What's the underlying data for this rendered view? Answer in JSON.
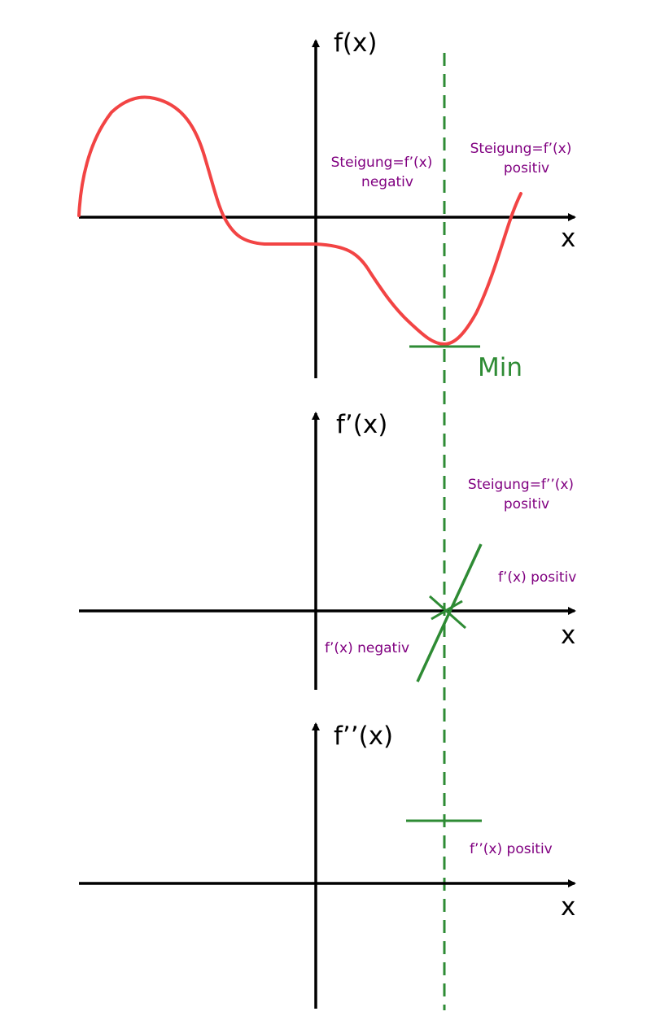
{
  "colors": {
    "axis": "#000000",
    "curve": "#f24444",
    "marker": "#2e8b34",
    "note": "#800080"
  },
  "panel_top": {
    "y_label": "f(x)",
    "x_label": "x",
    "note_left_line1": "Steigung=f’(x)",
    "note_left_line2": "negativ",
    "note_right_line1": "Steigung=f’(x)",
    "note_right_line2": "positiv",
    "min_label": "Min"
  },
  "panel_middle": {
    "y_label": "f’(x)",
    "x_label": "x",
    "note_top_line1": "Steigung=f’’(x)",
    "note_top_line2": "positiv",
    "note_right": "f’(x) positiv",
    "note_left": "f’(x) negativ"
  },
  "panel_bottom": {
    "y_label": "f’’(x)",
    "x_label": "x",
    "note_right": "f’’(x) positiv"
  }
}
